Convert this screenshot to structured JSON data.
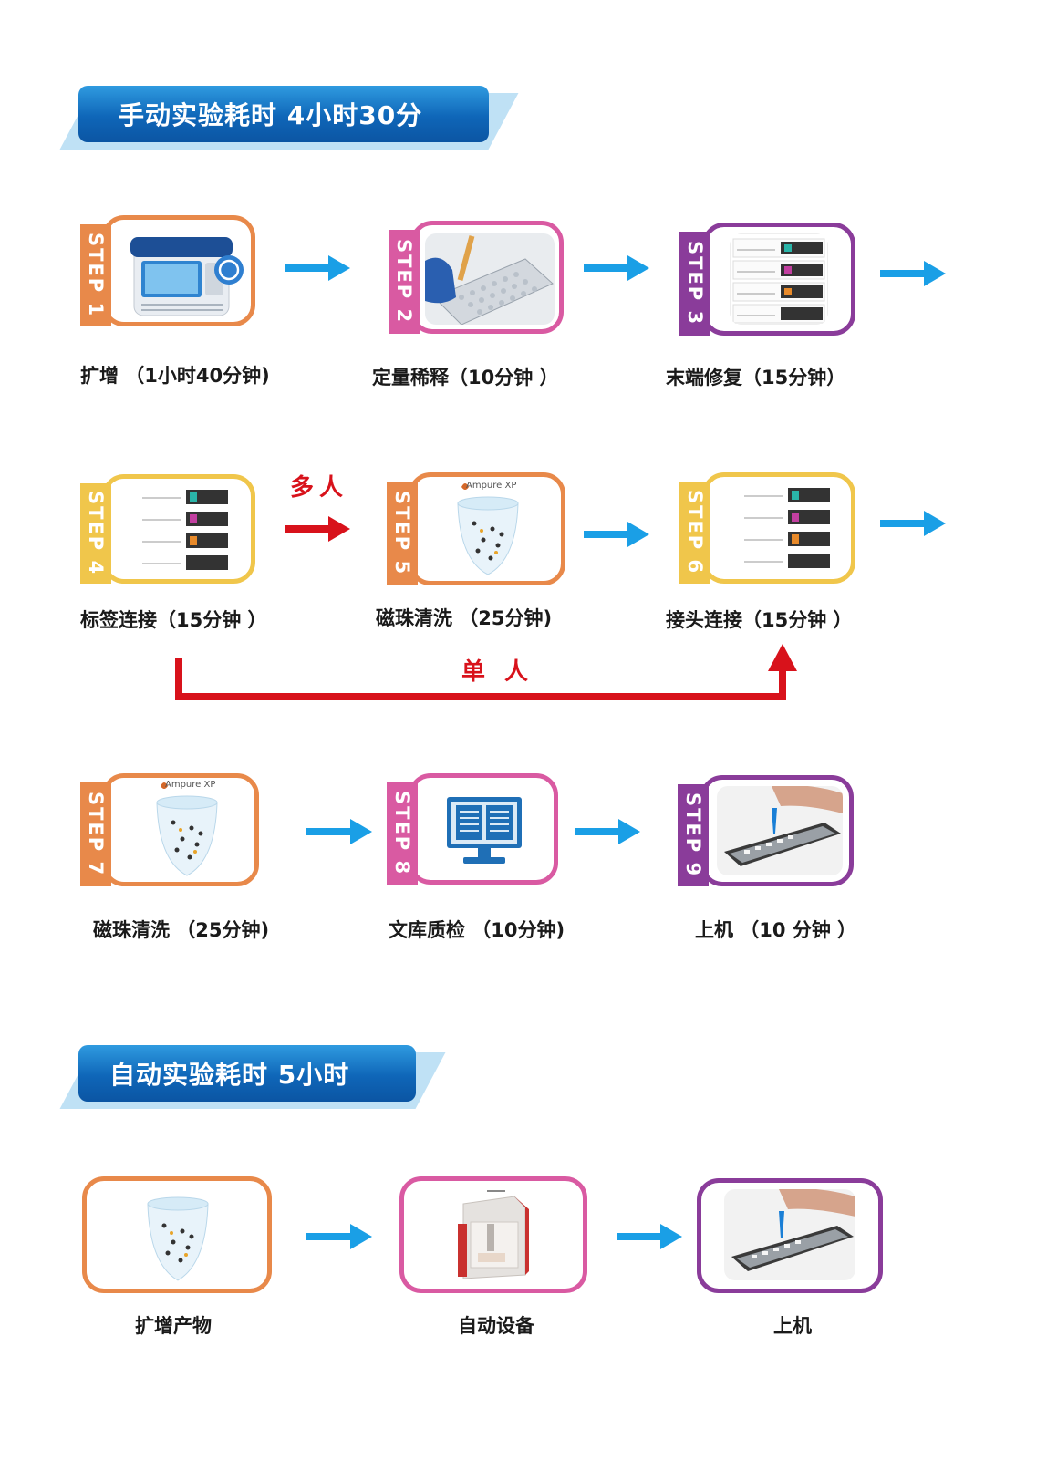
{
  "manual": {
    "title": "手动实验耗时 4小时30分",
    "steps": [
      {
        "tab": "STEP 1",
        "label": "扩增 （1小时40分钟)",
        "color": "#e8894a"
      },
      {
        "tab": "STEP 2",
        "label": "定量稀释（10分钟 ）",
        "color": "#d95aa2"
      },
      {
        "tab": "STEP 3",
        "label": "末端修复（15分钟）",
        "color": "#8a3c9a"
      },
      {
        "tab": "STEP 4",
        "label": "标签连接（15分钟 ）",
        "color": "#f0c64b"
      },
      {
        "tab": "STEP 5",
        "label": "磁珠清洗 （25分钟)",
        "color": "#e8894a"
      },
      {
        "tab": "STEP 6",
        "label": "接头连接（15分钟 ）",
        "color": "#f0c64b"
      },
      {
        "tab": "STEP 7",
        "label": "磁珠清洗 （25分钟)",
        "color": "#e8894a"
      },
      {
        "tab": "STEP 8",
        "label": "文库质检 （10分钟)",
        "color": "#d95aa2"
      },
      {
        "tab": "STEP 9",
        "label": "上机 （10 分钟 ）",
        "color": "#8a3c9a"
      }
    ],
    "multi_person": "多人",
    "single_person": "单 人",
    "ampure_brand": "Ampure XP"
  },
  "auto": {
    "title": "自动实验耗时 5小时",
    "steps": [
      {
        "label": "扩增产物",
        "color": "#e8894a"
      },
      {
        "label": "自动设备",
        "color": "#d95aa2"
      },
      {
        "label": "上机",
        "color": "#8a3c9a"
      }
    ]
  },
  "colors": {
    "arrow_blue": "#1a9fe6",
    "arrow_red": "#d8121b"
  }
}
